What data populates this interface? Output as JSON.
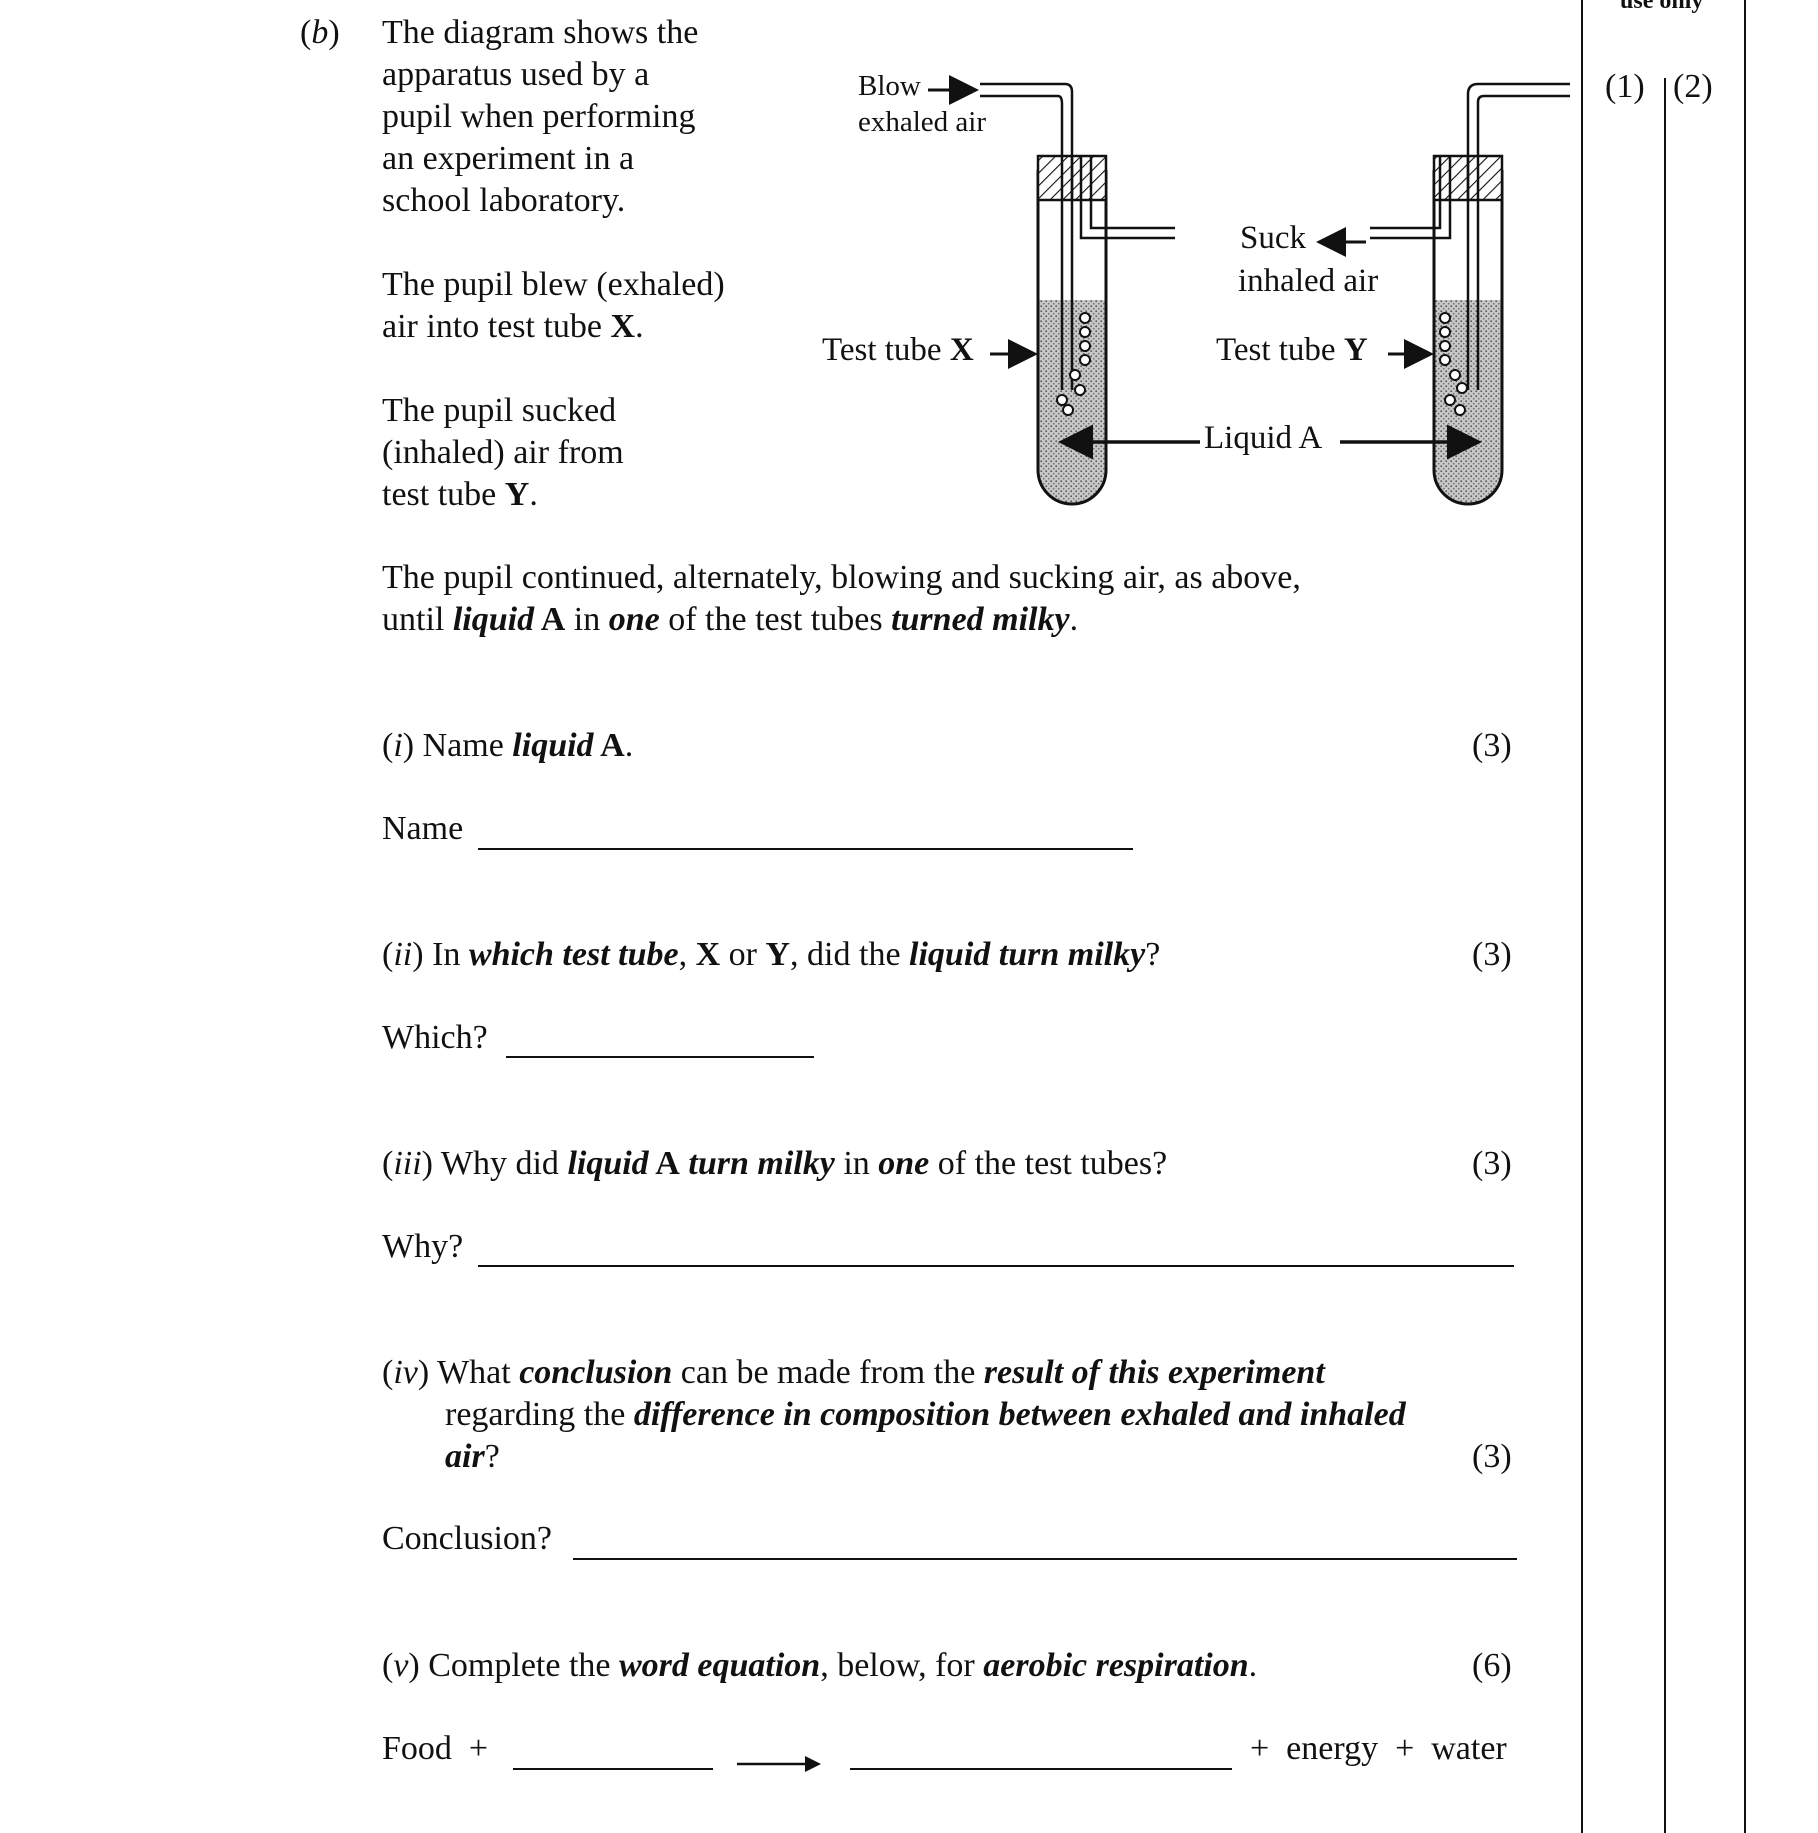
{
  "header": {
    "use_only": "use only",
    "col1": "(1)",
    "col2": "(2)"
  },
  "part_b": {
    "label_open": "(",
    "label_letter": "b",
    "label_close": ")",
    "intro_lines": [
      "The diagram shows the",
      "apparatus used by a",
      "pupil when performing",
      "an experiment in a",
      "school laboratory."
    ],
    "blew_line1": "The pupil blew (exhaled)",
    "blew_line2_pre": "air into test tube ",
    "blew_line2_bold": "X",
    "blew_line2_post": ".",
    "sucked_line1": "The pupil sucked",
    "sucked_line2": "(inhaled) air from",
    "sucked_line3_pre": "test tube ",
    "sucked_line3_bold": "Y",
    "sucked_line3_post": ".",
    "continued_line1": "The pupil continued, alternately, blowing and sucking air, as above,",
    "continued_line2": {
      "t1": "until ",
      "t2": "liquid",
      "t3": " A",
      "t4": " in ",
      "t5": "one",
      "t6": " of the test tubes ",
      "t7": "turned milky",
      "t8": "."
    }
  },
  "diagram": {
    "blow": "Blow",
    "exhaled_air": "exhaled air",
    "suck": "Suck",
    "inhaled_air": "inhaled air",
    "tube_x_pre": "Test tube ",
    "tube_x_bold": "X",
    "tube_y_pre": "Test tube ",
    "tube_y_bold": "Y",
    "liquid_a": "Liquid A"
  },
  "questions": {
    "q1": {
      "num": "i",
      "t1": " Name ",
      "t2": "liquid",
      "t3": " A",
      "t4": ".",
      "marks": "(3)",
      "answer_label": "Name"
    },
    "q2": {
      "num": "ii",
      "t1": " In ",
      "t2": "which test tube",
      "t3": ", ",
      "t4": "X",
      "t5": " or ",
      "t6": "Y",
      "t7": ", did the ",
      "t8": "liquid turn milky",
      "t9": "?",
      "marks": "(3)",
      "answer_label": "Which?"
    },
    "q3": {
      "num": "iii",
      "t1": " Why did ",
      "t2": "liquid",
      "t3": " A",
      "t4": " ",
      "t5": "turn milky",
      "t6": " in ",
      "t7": "one",
      "t8": " of the test tubes?",
      "marks": "(3)",
      "answer_label": "Why?"
    },
    "q4": {
      "num": "iv",
      "t1": " What ",
      "t2": "conclusion",
      "t3": " can be made from the ",
      "t4": "result of this experiment",
      "l2_pre": "regarding the ",
      "l2_bi": "difference in composition between exhaled and inhaled",
      "l3_bi": "air",
      "l3_post": "?",
      "marks": "(3)",
      "answer_label": "Conclusion?"
    },
    "q5": {
      "num": "v",
      "t1": " Complete the ",
      "t2": "word equation",
      "t3": ", below, for ",
      "t4": "aerobic respiration",
      "t5": ".",
      "marks": "(6)",
      "eq_food": "Food  +",
      "eq_energy": "+  energy  +  water"
    }
  }
}
